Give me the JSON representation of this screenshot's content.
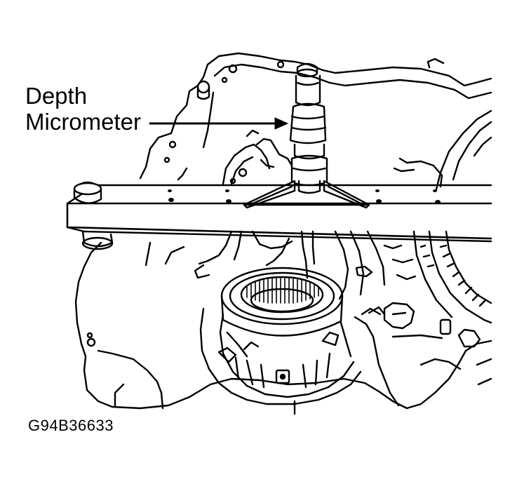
{
  "callout": {
    "line1": "Depth",
    "line2": "Micrometer"
  },
  "figure_code": "G94B36633",
  "colors": {
    "ink": "#000000",
    "paper": "#ffffff"
  }
}
